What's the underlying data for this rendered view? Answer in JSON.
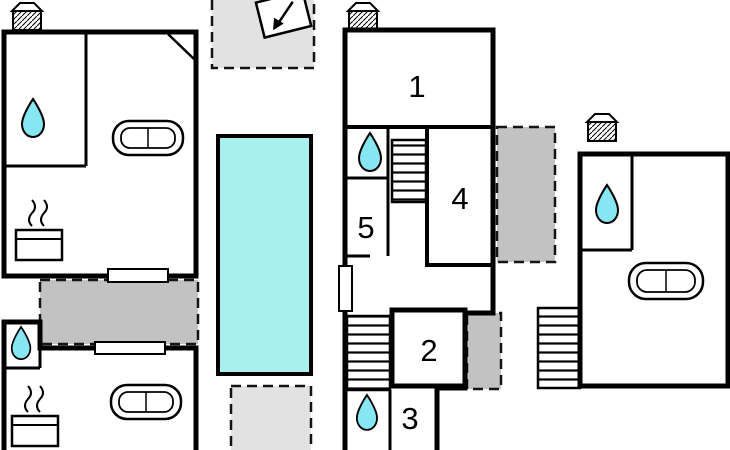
{
  "plan": {
    "type": "holiday-home-floor-plan",
    "rooms": [
      {
        "label": "1"
      },
      {
        "label": "2"
      },
      {
        "label": "3"
      },
      {
        "label": "4"
      },
      {
        "label": "5"
      }
    ],
    "colors": {
      "pool": "#a8f0ee",
      "drop": "#86e6f2",
      "terrace_light": "#e2e2e2",
      "terrace_dark": "#c2c2c2",
      "wall": "#000000"
    },
    "icons": [
      "chimney-icon",
      "water-drop-icon",
      "sofa-icon",
      "stove-icon",
      "stairs-icon",
      "entrance-arrow-icon",
      "window",
      "pool"
    ]
  }
}
